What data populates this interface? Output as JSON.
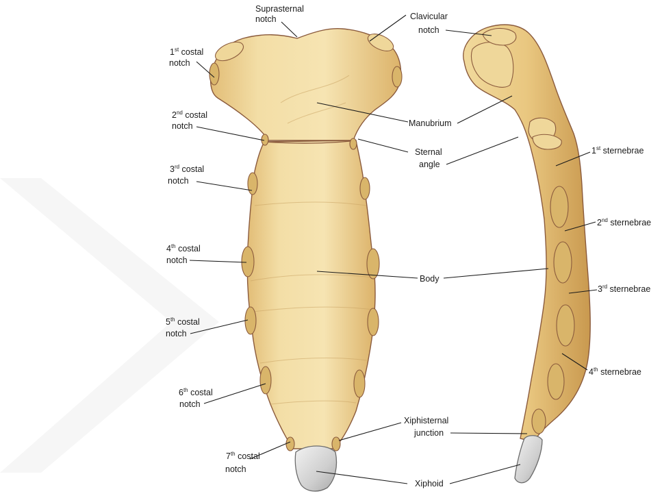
{
  "labels": {
    "suprasternal_1": "Suprasternal",
    "suprasternal_2": "notch",
    "clavicular_1": "Clavicular",
    "clavicular_2": "notch",
    "costal1_num": "1",
    "costal1_sup": "st",
    "costal1_rest": " costal",
    "costal1_2": "notch",
    "costal2_num": "2",
    "costal2_sup": "nd",
    "costal2_rest": " costal",
    "costal2_2": "notch",
    "costal3_num": "3",
    "costal3_sup": "rd",
    "costal3_rest": " costal",
    "costal3_2": "notch",
    "costal4_num": "4",
    "costal4_sup": "th",
    "costal4_rest": " costal",
    "costal4_2": "notch",
    "costal5_num": "5",
    "costal5_sup": "th",
    "costal5_rest": " costal",
    "costal5_2": "notch",
    "costal6_num": "6",
    "costal6_sup": "th",
    "costal6_rest": " costal",
    "costal6_2": "notch",
    "costal7_num": "7",
    "costal7_sup": "th",
    "costal7_rest": " costal",
    "costal7_2": "notch",
    "manubrium": "Manubrium",
    "sternal_1": "Sternal",
    "sternal_2": "angle",
    "body": "Body",
    "xiphisternal_1": "Xiphisternal",
    "xiphisternal_2": "junction",
    "xiphoid": "Xiphoid",
    "st1_num": "1",
    "st1_sup": "st",
    "st1_rest": " sternebrae",
    "st2_num": "2",
    "st2_sup": "nd",
    "st2_rest": " sternebrae",
    "st3_num": "3",
    "st3_sup": "rd",
    "st3_rest": " sternebrae",
    "st4_num": "4",
    "st4_sup": "th",
    "st4_rest": " sternebrae"
  },
  "colors": {
    "bone_light": "#f3dfa8",
    "bone_mid": "#e8c883",
    "bone_dark": "#cfa35e",
    "outline": "#8a5a3c",
    "xiphoid": "#d9d9d9",
    "watermark": "#f2f2f2"
  }
}
